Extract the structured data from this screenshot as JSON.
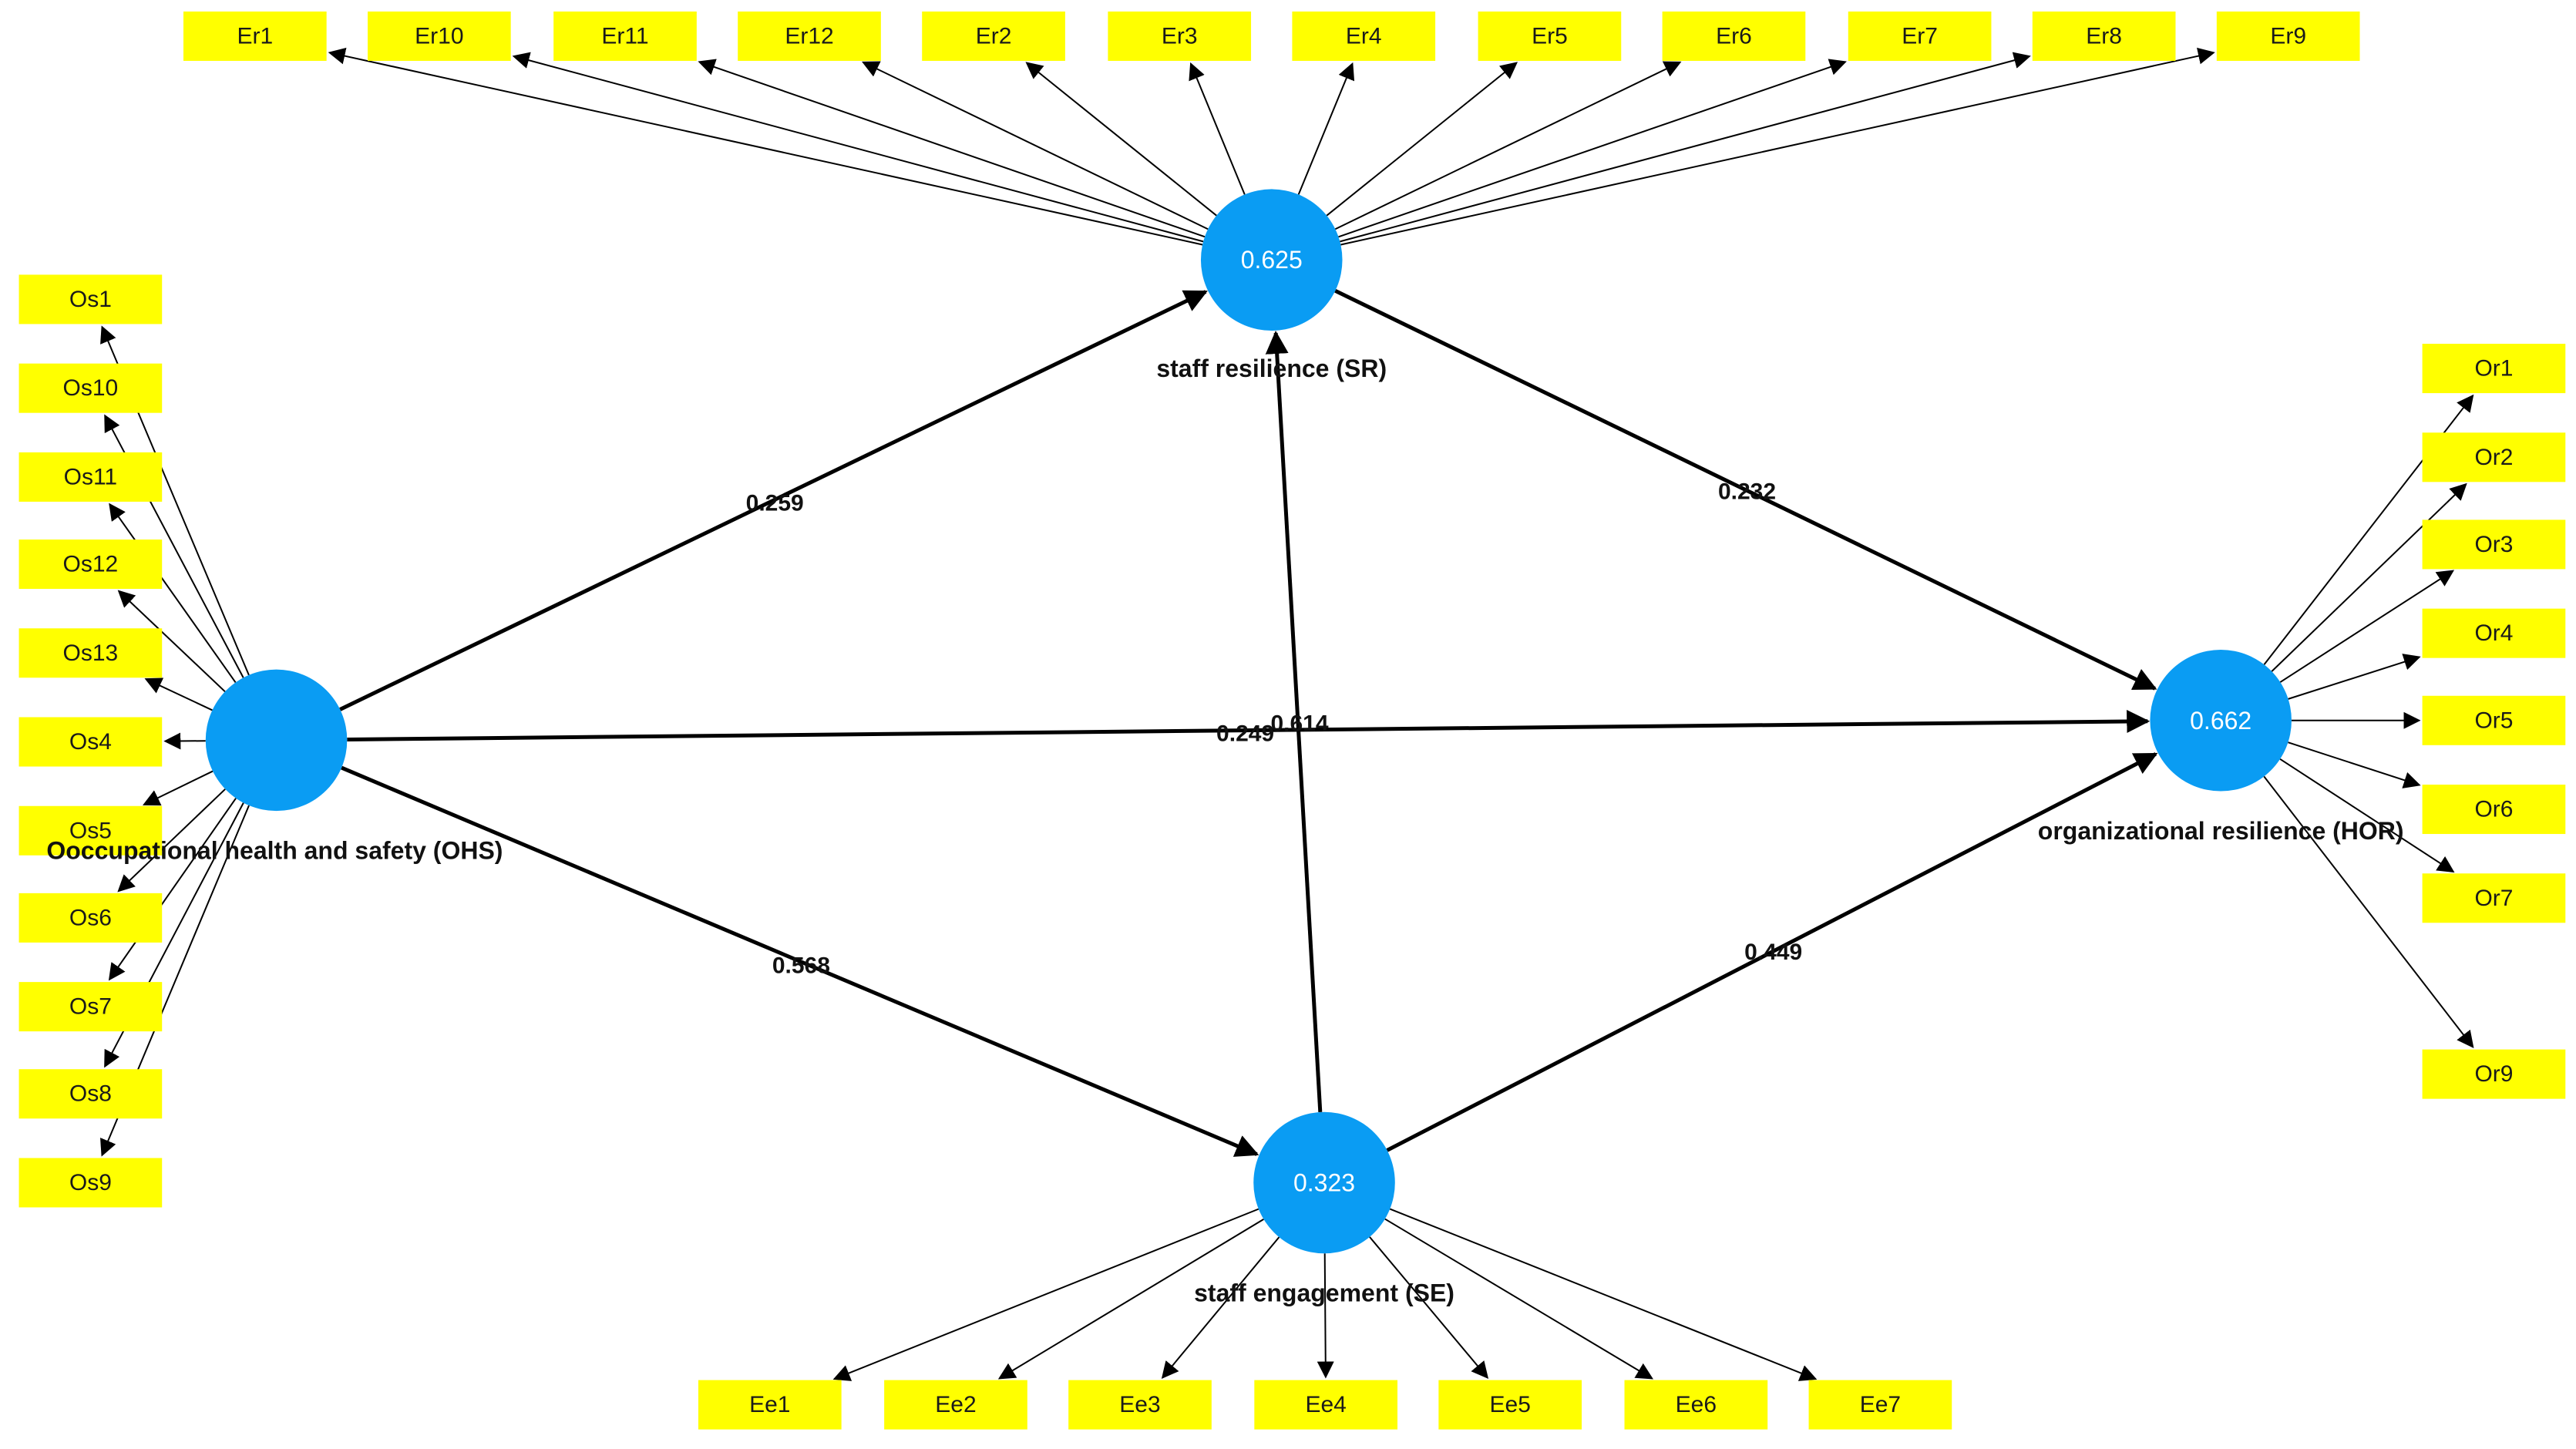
{
  "colors": {
    "construct_fill": "#0a9cf3",
    "indicator_fill": "#ffff00",
    "arrow": "#000000",
    "background": "#ffffff"
  },
  "constructs": {
    "OHS": {
      "name": "Ooccupational health and safety (OHS)",
      "value": ""
    },
    "SR": {
      "name": "staff resilience (SR)",
      "value": "0.625"
    },
    "HOR": {
      "name": "organizational resilience (HOR)",
      "value": "0.662"
    },
    "SE": {
      "name": "staff engagement (SE)",
      "value": "0.323"
    }
  },
  "paths": [
    {
      "from": "OHS",
      "to": "SR",
      "coefficient": "0.259"
    },
    {
      "from": "SR",
      "to": "HOR",
      "coefficient": "0.232"
    },
    {
      "from": "OHS",
      "to": "HOR",
      "coefficient": "0.249"
    },
    {
      "from": "SE",
      "to": "SR",
      "coefficient": "0.614"
    },
    {
      "from": "OHS",
      "to": "SE",
      "coefficient": "0.568"
    },
    {
      "from": "SE",
      "to": "HOR",
      "coefficient": "0.449"
    }
  ],
  "indicators": {
    "SR": [
      "Er1",
      "Er10",
      "Er11",
      "Er12",
      "Er2",
      "Er3",
      "Er4",
      "Er5",
      "Er6",
      "Er7",
      "Er8",
      "Er9"
    ],
    "OHS": [
      "Os1",
      "Os10",
      "Os11",
      "Os12",
      "Os13",
      "Os4",
      "Os5",
      "Os6",
      "Os7",
      "Os8",
      "Os9"
    ],
    "HOR": [
      "Or1",
      "Or2",
      "Or3",
      "Or4",
      "Or5",
      "Or6",
      "Or7",
      "Or9"
    ],
    "SE": [
      "Ee1",
      "Ee2",
      "Ee3",
      "Ee4",
      "Ee5",
      "Ee6",
      "Ee7"
    ]
  }
}
